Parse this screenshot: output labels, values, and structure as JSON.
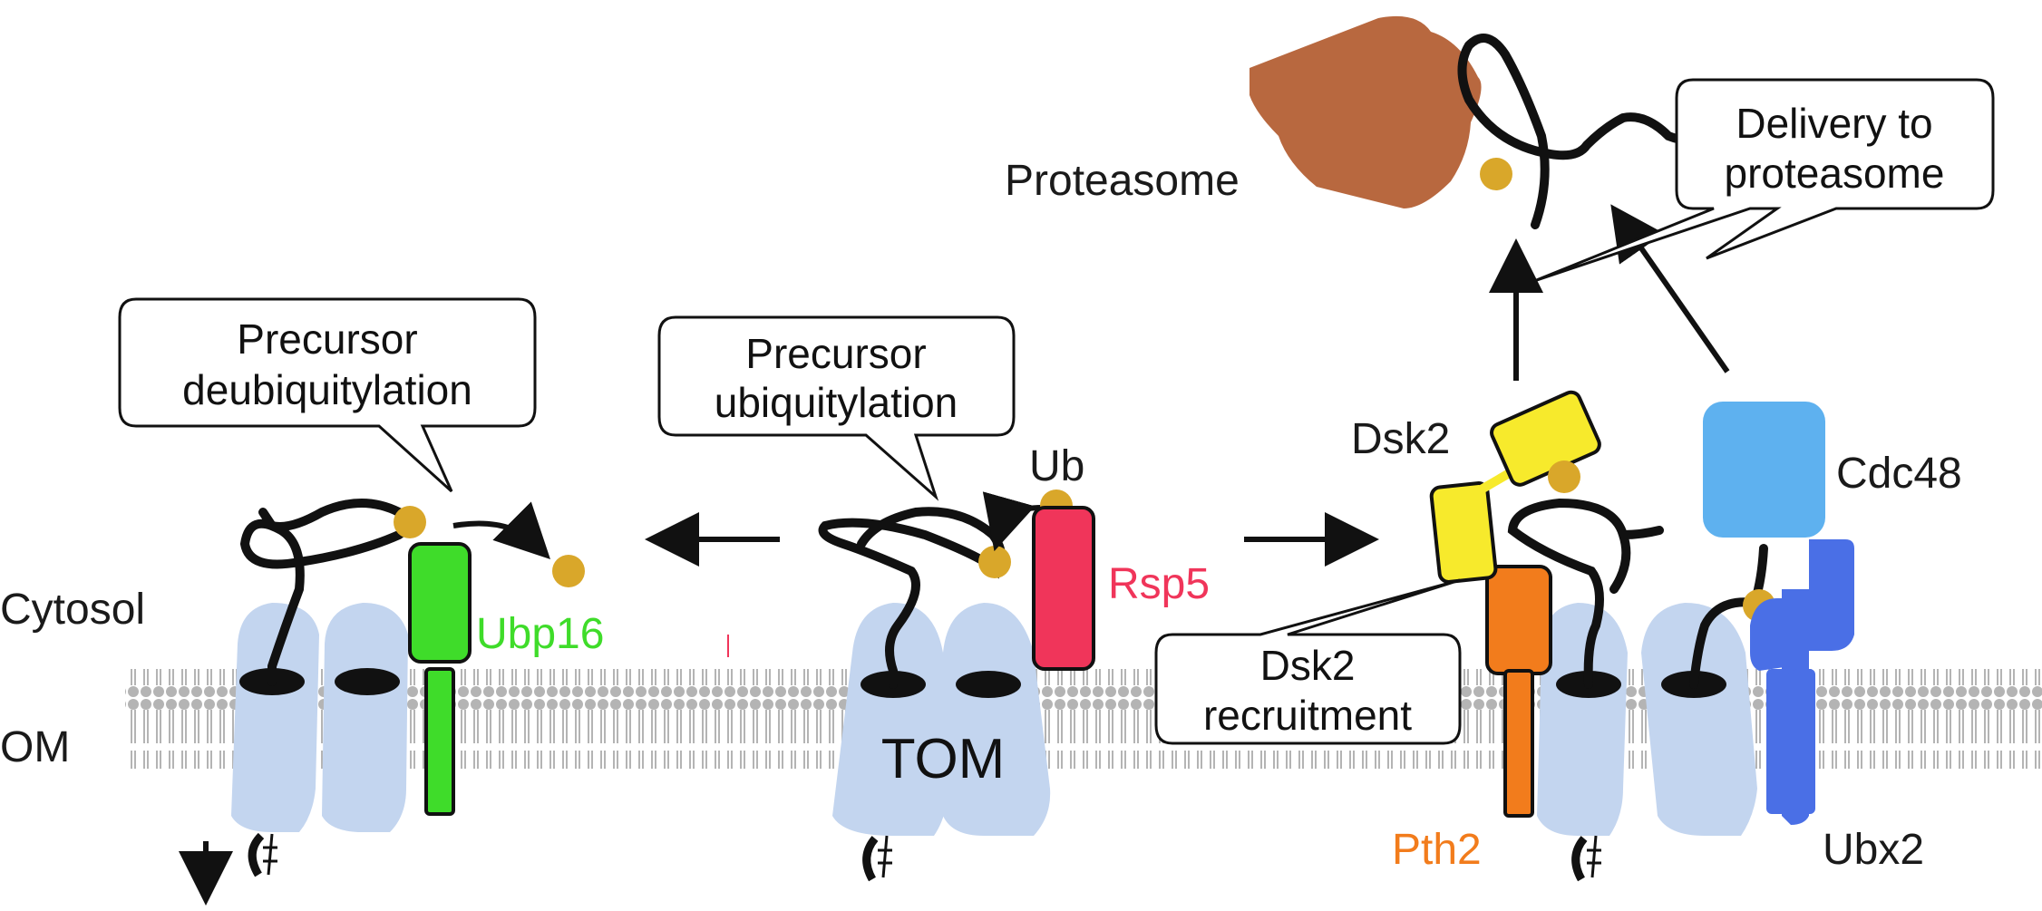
{
  "compartments": {
    "cytosol": "Cytosol",
    "om": "OM"
  },
  "callouts": {
    "deubiquitylation": [
      "Precursor",
      "deubiquitylation"
    ],
    "ubiquitylation": [
      "Precursor",
      "ubiquitylation"
    ],
    "dsk2_recruitment": [
      "Dsk2",
      "recruitment"
    ],
    "delivery": [
      "Delivery to",
      "proteasome"
    ]
  },
  "labels": {
    "ub": "Ub",
    "rsp5": "Rsp5",
    "ubp16": "Ubp16",
    "tom": "TOM",
    "dsk2": "Dsk2",
    "cdc48": "Cdc48",
    "pth2": "Pth2",
    "ubx2": "Ubx2",
    "proteasome": "Proteasome"
  },
  "colors": {
    "tom": "#c3d5ef",
    "ub": "#d9a72a",
    "ubp16": "#3fdc2a",
    "rsp5": "#f0355a",
    "pth2": "#f27c1c",
    "dsk2": "#f7ea2c",
    "cdc48": "#5eb1ef",
    "ubx2": "#4a6fe6",
    "proteasome": "#b8683f",
    "membrane": "#b4b4b4"
  }
}
